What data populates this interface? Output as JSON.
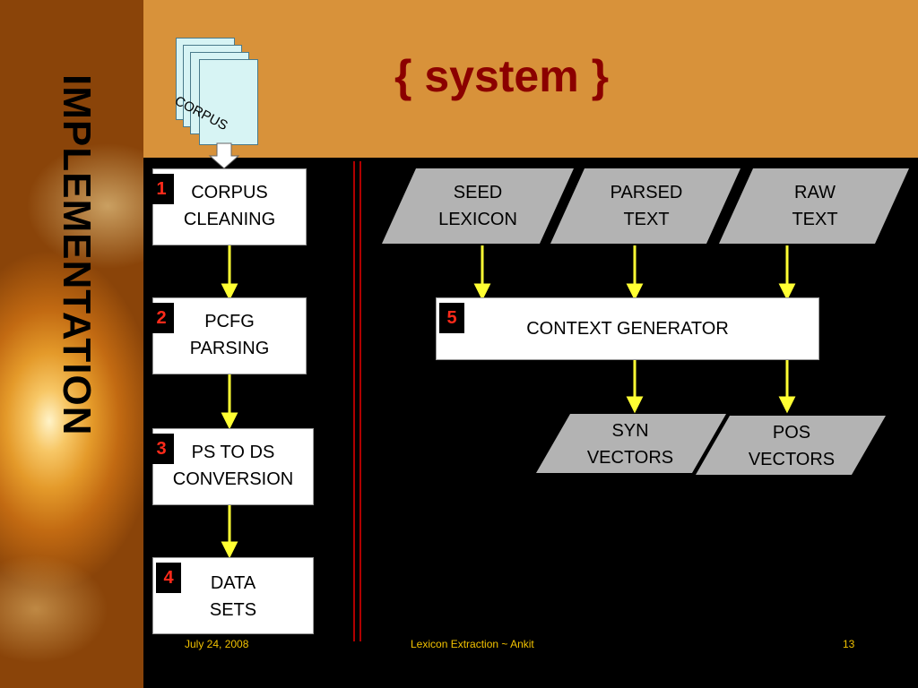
{
  "slide": {
    "title": "{ system }",
    "sidebar_title": "IMPLEMENTATION",
    "corpus_label": "CORPUS",
    "pipeline": [
      {
        "number": "1",
        "line1": "CORPUS",
        "line2": "CLEANING"
      },
      {
        "number": "2",
        "line1": "PCFG",
        "line2": "PARSING"
      },
      {
        "number": "3",
        "line1": "PS TO DS",
        "line2": "CONVERSION"
      },
      {
        "number": "4",
        "line1": "DATA",
        "line2": "SETS"
      }
    ],
    "inputs": [
      {
        "line1": "SEED",
        "line2": "LEXICON"
      },
      {
        "line1": "PARSED",
        "line2": "TEXT"
      },
      {
        "line1": "RAW",
        "line2": "TEXT"
      }
    ],
    "generator": {
      "number": "5",
      "label": "CONTEXT GENERATOR"
    },
    "outputs": [
      {
        "line1": "SYN",
        "line2": "VECTORS"
      },
      {
        "line1": "POS",
        "line2": "VECTORS"
      }
    ],
    "footer": {
      "date": "July 24, 2008",
      "center": "Lexicon Extraction ~ Ankit",
      "page": "13"
    }
  },
  "colors": {
    "title": "#8b0000",
    "header": "#d8923a",
    "arrow": "#ffff33",
    "number": "#ff2a1a",
    "parallelogram": "#b3b3b3",
    "footer": "#f2c200"
  }
}
